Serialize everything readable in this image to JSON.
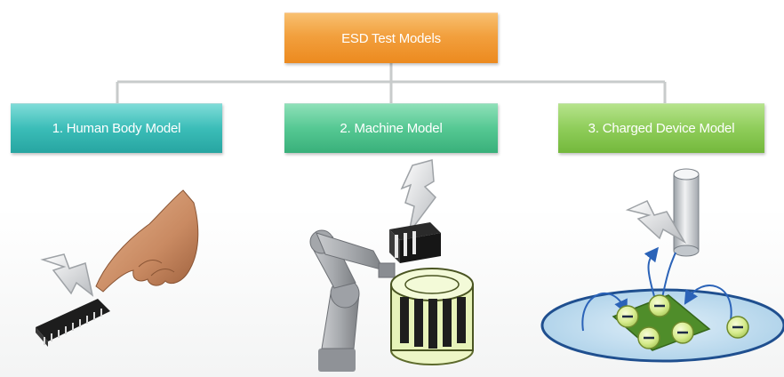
{
  "root": {
    "label": "ESD Test Models"
  },
  "models": [
    {
      "label": "1. Human Body Model",
      "icon": "finger-touching-chip"
    },
    {
      "label": "2. Machine Model",
      "icon": "robot-arm-with-device"
    },
    {
      "label": "3. Charged Device Model",
      "icon": "charged-device-discharge"
    }
  ],
  "colors": {
    "root": "#ef962d",
    "model_1": "#3bbdb8",
    "model_2": "#55c893",
    "model_3": "#8fcd5a",
    "connector": "#c9cccc"
  }
}
